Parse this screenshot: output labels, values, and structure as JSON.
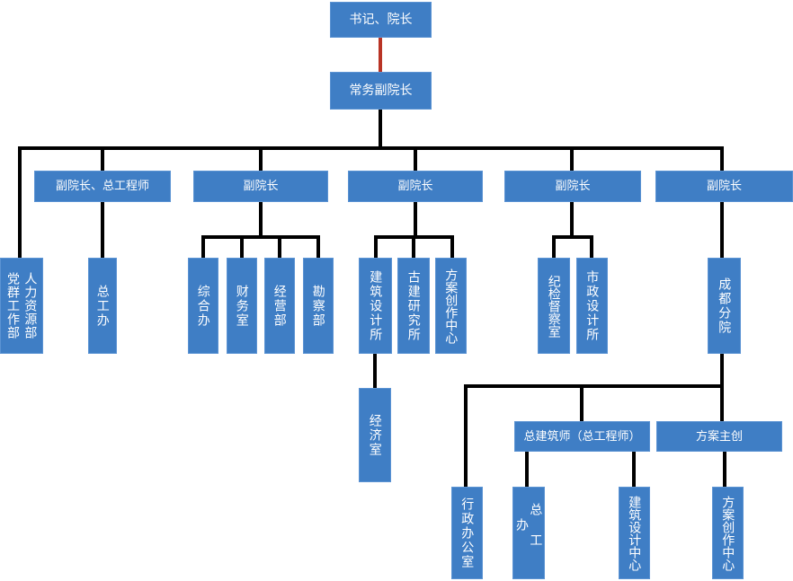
{
  "colors": {
    "background": "#FFFFFF",
    "node_fill": "#3F7EC5",
    "node_border": "#5B93D3",
    "node_text": "#FFFFFF",
    "connector": "#000000",
    "connector_highlight": "#B93425"
  },
  "nodes": {
    "president": "书记、院长",
    "executive_vice_president": "常务副院长",
    "vp_chief_engineer": "副院长、总工程师",
    "vp_2": "副院长",
    "vp_3": "副院长",
    "vp_4": "副院长",
    "vp_5": "副院长",
    "party_masses_dept": "党群工作部",
    "hr_dept": "人力资源部",
    "chief_engineer_office": "总工办",
    "general_affairs_office": "综合办",
    "finance_office": "财务室",
    "business_dept": "经营部",
    "survey_dept": "勘察部",
    "architecture_design_institute": "建筑设计所",
    "ancient_architecture_institute": "古建研究所",
    "scheme_creation_center": "方案创作中心",
    "economy_office": "经济室",
    "discipline_inspection_office": "纪检督察室",
    "municipal_design_institute": "市政设计所",
    "chengdu_branch": "成都分院",
    "chengdu_chief_architect": "总建筑师（总工程师）",
    "chengdu_scheme_lead": "方案主创",
    "chengdu_admin_office": "行政办公室",
    "chengdu_chief_engineer_office": "总工办",
    "chengdu_architecture_design_center": "建筑设计中心",
    "chengdu_scheme_creation_center": "方案创作中心"
  }
}
